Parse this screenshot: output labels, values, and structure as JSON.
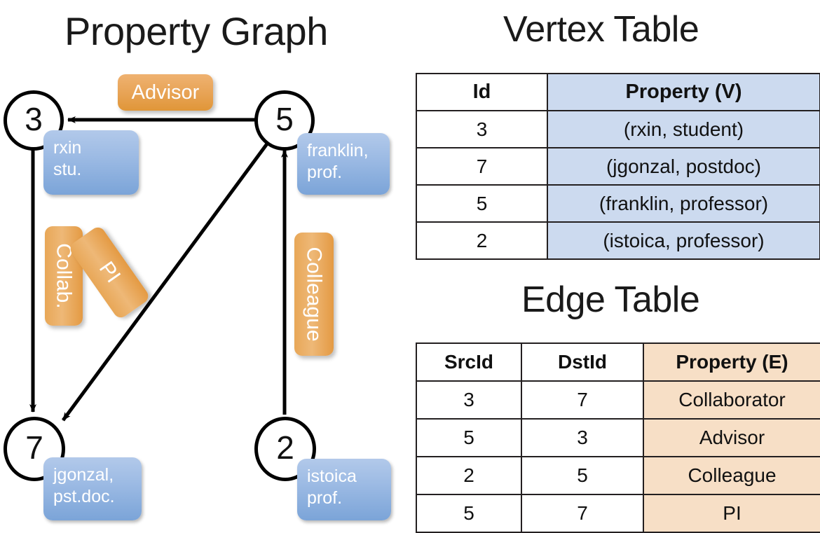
{
  "titles": {
    "property_graph": "Property Graph",
    "vertex_table": "Vertex Table",
    "edge_table": "Edge Table"
  },
  "graph": {
    "nodes": [
      {
        "id": "3",
        "label": "rxin\nstu."
      },
      {
        "id": "5",
        "label": "franklin,\nprof."
      },
      {
        "id": "7",
        "label": "jgonzal,\npst.doc."
      },
      {
        "id": "2",
        "label": "istoica\nprof."
      }
    ],
    "edge_labels": [
      {
        "name": "advisor",
        "text": "Advisor"
      },
      {
        "name": "collab",
        "text": "Collab."
      },
      {
        "name": "pi",
        "text": "PI"
      },
      {
        "name": "colleague",
        "text": "Colleague"
      }
    ],
    "edges": [
      {
        "from": "5",
        "to": "3",
        "label": "Advisor"
      },
      {
        "from": "3",
        "to": "7",
        "label": "Collab."
      },
      {
        "from": "5",
        "to": "7",
        "label": "PI"
      },
      {
        "from": "2",
        "to": "5",
        "label": "Colleague"
      }
    ]
  },
  "vertex_table": {
    "headers": [
      "Id",
      "Property (V)"
    ],
    "rows": [
      [
        "3",
        "(rxin, student)"
      ],
      [
        "7",
        "(jgonzal, postdoc)"
      ],
      [
        "5",
        "(franklin, professor)"
      ],
      [
        "2",
        "(istoica, professor)"
      ]
    ]
  },
  "edge_table": {
    "headers": [
      "SrcId",
      "DstId",
      "Property (E)"
    ],
    "rows": [
      [
        "3",
        "7",
        "Collaborator"
      ],
      [
        "5",
        "3",
        "Advisor"
      ],
      [
        "2",
        "5",
        "Colleague"
      ],
      [
        "5",
        "7",
        "PI"
      ]
    ]
  },
  "colors": {
    "vertex_property_fill": "#ccdaef",
    "edge_property_fill": "#f7dfc6",
    "node_box_blue": "#7ba4d8",
    "edge_label_orange": "#e8a757",
    "stroke": "#000000"
  }
}
